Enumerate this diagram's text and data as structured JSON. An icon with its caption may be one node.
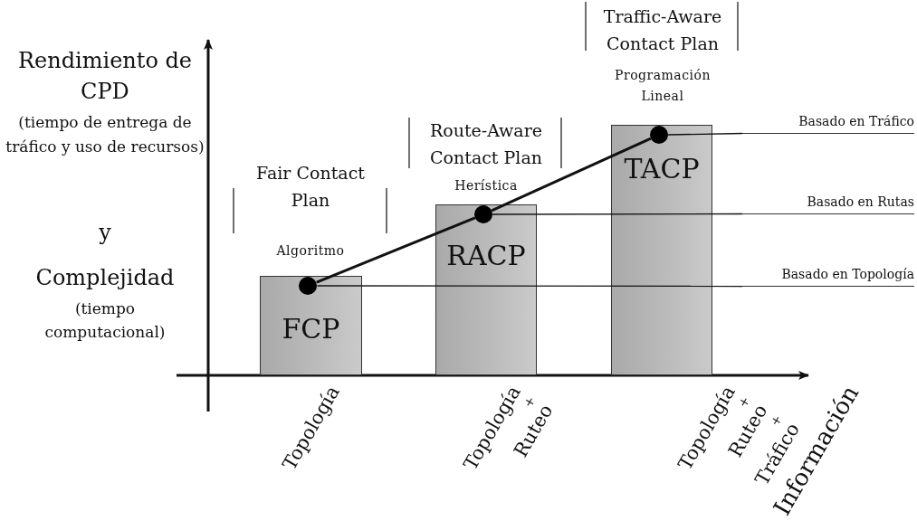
{
  "diagram": {
    "nodes": [
      {
        "text": [
          "FCP"
        ],
        "beside": [
          "Fair Contact Plan",
          "Algoritmo"
        ]
      },
      {
        "text": [
          "RACP"
        ],
        "beside": [
          "Route-Aware Contact Plan",
          "Herística"
        ]
      },
      {
        "text": [
          "TACP"
        ],
        "beside": [
          "Traffic-Aware Contact Plan",
          "Programación Lineal"
        ]
      },
      {
        "text": [],
        "shape": "circle",
        "in": 0
      },
      {
        "text": [],
        "shape": "circle",
        "in": 1
      },
      {
        "text": [],
        "shape": "circle",
        "in": 2
      },
      {
        "text": [
          "Basado en Tráfico"
        ]
      },
      {
        "text": [
          "Basado en Rutas"
        ]
      },
      {
        "text": [
          "Basado en Topología"
        ]
      }
    ],
    "edges": [
      {
        "from": 3,
        "to": 4,
        "arrow": "none",
        "style": "thick"
      },
      {
        "from": 4,
        "to": 5,
        "arrow": "none",
        "style": "thick"
      },
      {
        "from": 5,
        "to": 6,
        "arrow": "none"
      },
      {
        "from": 4,
        "to": 7,
        "arrow": "none"
      },
      {
        "from": 3,
        "to": 8,
        "arrow": "none"
      }
    ],
    "labels": [
      "Rendimiento de CPD",
      "(tiempo de entrega de tráfico y uso de recursos)",
      "y",
      "Complejidad",
      "(tiempo computacional)",
      "Topología",
      "Topología + Ruteo",
      "Topología + Ruteo + Tráfico",
      "Información"
    ]
  }
}
